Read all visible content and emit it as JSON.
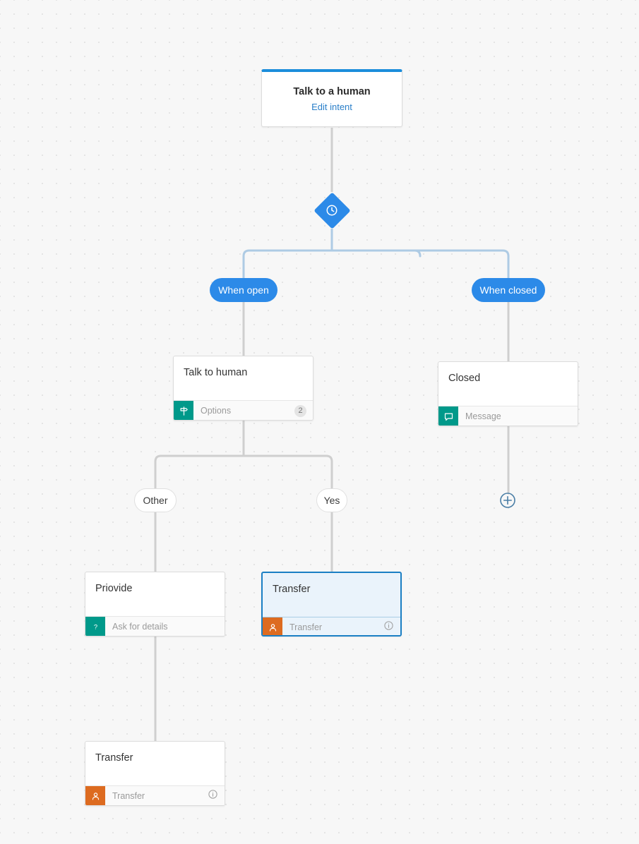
{
  "canvas": {
    "background_color": "#f7f7f7",
    "dot_color": "#e3e3e3",
    "edge_color_blue": "#aecbe4",
    "edge_color_gray": "#cfcfcf",
    "accent_blue": "#2c8ae8",
    "accent_teal": "#00998a",
    "accent_orange": "#dd6b20",
    "selected_border": "#1b7fc4",
    "selected_fill": "#eaf3fb"
  },
  "intent_node": {
    "title": "Talk to a human",
    "edit_link": "Edit intent"
  },
  "delay_node": {
    "icon": "clock-icon"
  },
  "branch_pills": {
    "when_open": "When open",
    "when_closed": "When closed",
    "other": "Other",
    "yes": "Yes"
  },
  "nodes": [
    {
      "id": "talk-to-human",
      "title": "Talk to human",
      "action_label": "Options",
      "action_icon": "signpost-icon",
      "icon_color": "teal",
      "badge": "2",
      "selected": false
    },
    {
      "id": "closed",
      "title": "Closed",
      "action_label": "Message",
      "action_icon": "chat-bubble-icon",
      "icon_color": "teal",
      "badge": "",
      "selected": false
    },
    {
      "id": "priovide",
      "title": "Priovide",
      "action_label": "Ask for details",
      "action_icon": "question-mark-icon",
      "icon_color": "teal",
      "badge": "",
      "selected": false
    },
    {
      "id": "transfer-yes",
      "title": "Transfer",
      "action_label": "Transfer",
      "action_icon": "person-icon",
      "icon_color": "orange",
      "badge": "",
      "selected": true
    },
    {
      "id": "transfer-other",
      "title": "Transfer",
      "action_label": "Transfer",
      "action_icon": "person-icon",
      "icon_color": "orange",
      "badge": "",
      "selected": false
    }
  ],
  "add_button": {
    "icon": "plus-circle-icon"
  }
}
